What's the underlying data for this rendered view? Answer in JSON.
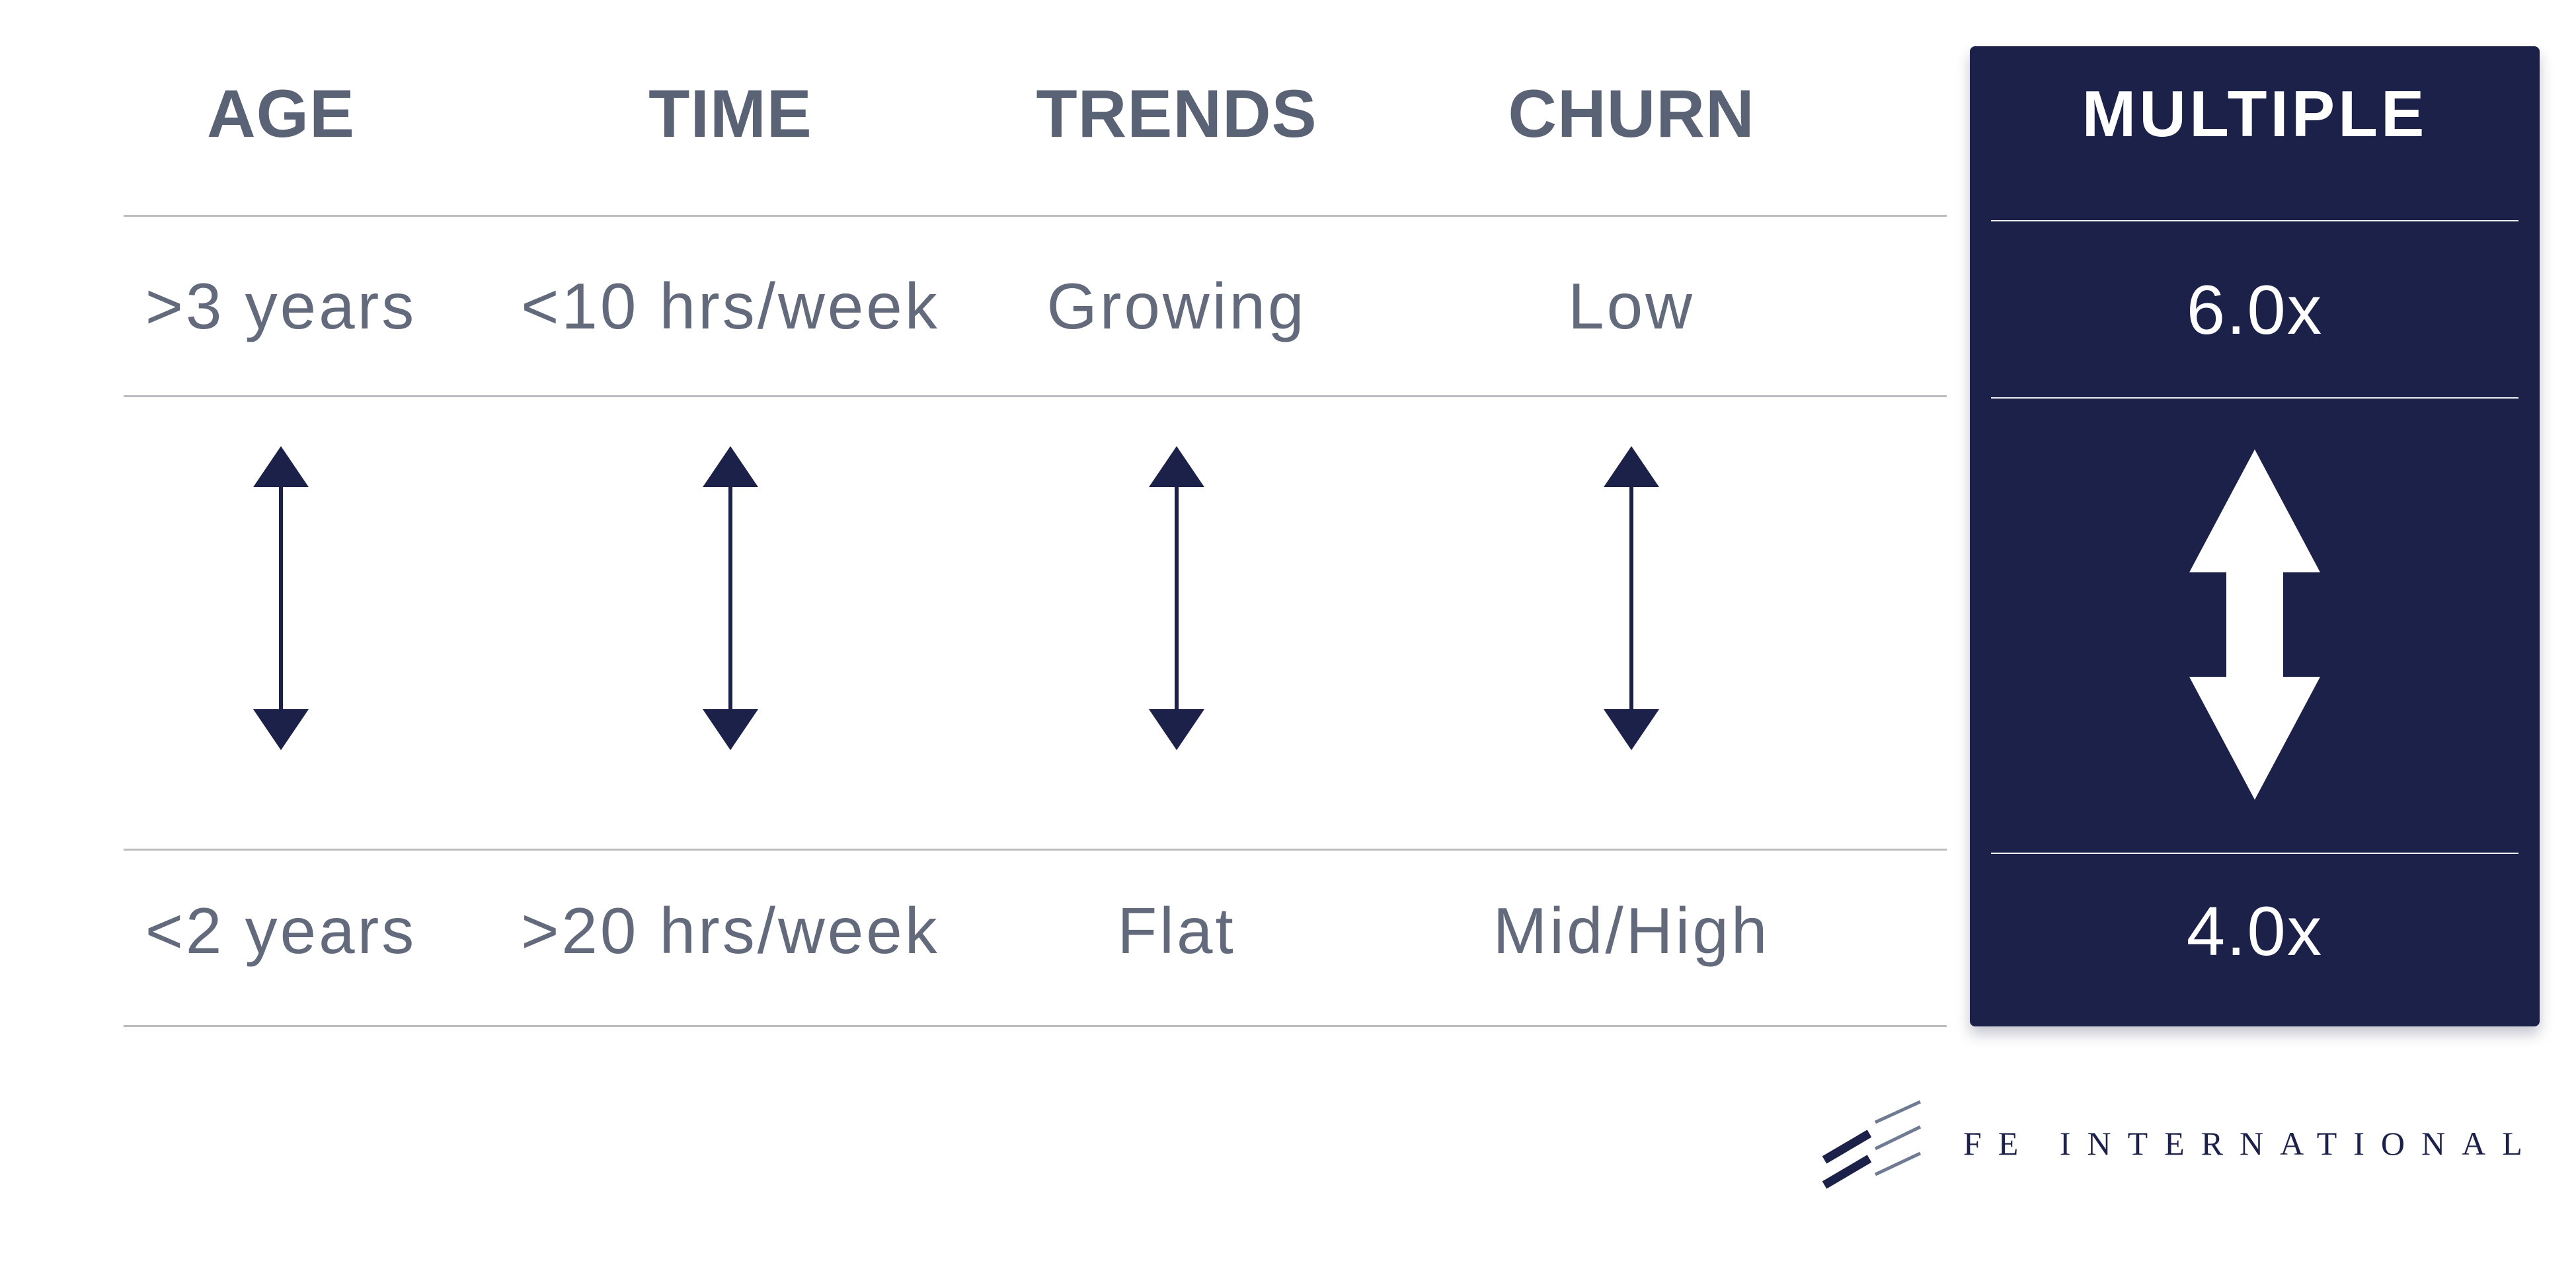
{
  "colors": {
    "navy": "#1c2149",
    "header_text": "#5a6275",
    "body_text": "#626a7c",
    "divider_gray": "#bcbcc0",
    "box_divider": "#f0f0f2",
    "logo_gray_stroke": "#6f7a93",
    "white": "#ffffff"
  },
  "table": {
    "columns": [
      {
        "header": "AGE",
        "high": ">3 years",
        "low": "<2 years"
      },
      {
        "header": "TIME",
        "high": "<10 hrs/week",
        "low": ">20 hrs/week"
      },
      {
        "header": "TRENDS",
        "high": "Growing",
        "low": "Flat"
      },
      {
        "header": "CHURN",
        "high": "Low",
        "low": "Mid/High"
      }
    ]
  },
  "multiple": {
    "header": "MULTIPLE",
    "high": "6.0x",
    "low": "4.0x"
  },
  "logo": {
    "text": "FE INTERNATIONAL"
  },
  "icons": {
    "column_range_arrow": "thin vertical double-headed arrow",
    "multiple_range_arrow": "bold white vertical double-headed arrow",
    "logo_mark": "five diagonal strokes (two thick navy, three thin gray-blue)"
  }
}
